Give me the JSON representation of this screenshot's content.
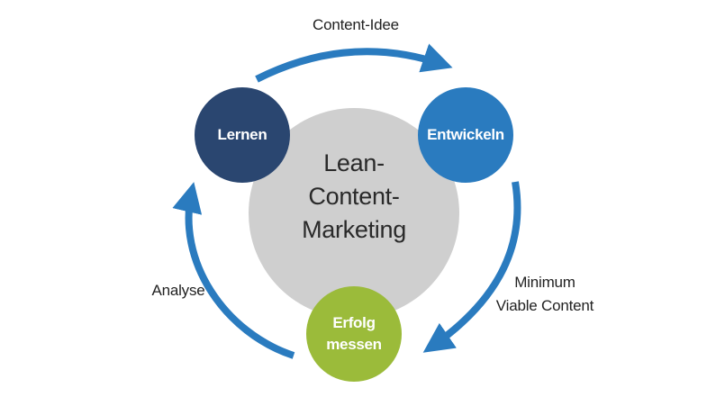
{
  "center": {
    "line1": "Lean-",
    "line2": "Content-",
    "line3": "Marketing"
  },
  "nodes": {
    "lernen": {
      "label": "Lernen",
      "color": "#2a4670"
    },
    "entwickeln": {
      "label": "Entwickeln",
      "color": "#2a7bbf"
    },
    "erfolg": {
      "line1": "Erfolg",
      "line2": "messen",
      "color": "#9bbb3a"
    }
  },
  "arrows": {
    "top_label": "Content-Idee",
    "right_label_line1": "Minimum",
    "right_label_line2": "Viable Content",
    "left_label": "Analyse",
    "color": "#2a7bbf"
  },
  "center_circle_color": "#cfcfcf"
}
